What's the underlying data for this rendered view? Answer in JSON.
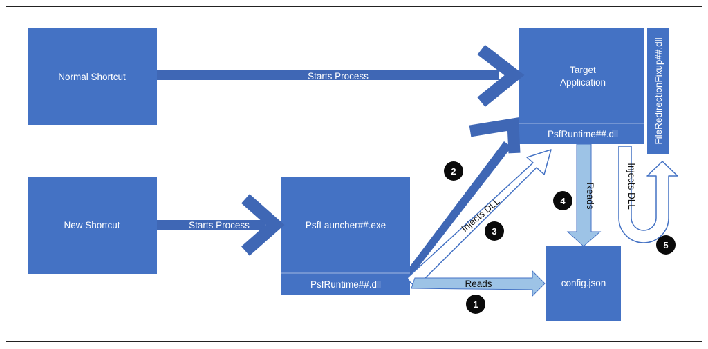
{
  "colors": {
    "box": "#4472C4",
    "box_divider": "#8FAADC",
    "arrow_dark": "#3F67B5",
    "arrow_light": "#9DC3E6",
    "arrow_outline": "#4472C4",
    "badge": "#0A0A0A"
  },
  "boxes": {
    "normal_shortcut": "Normal Shortcut",
    "new_shortcut": "New Shortcut",
    "launcher": "PsfLauncher##.exe",
    "launcher_runtime": "PsfRuntime##.dll",
    "target_line1": "Target",
    "target_line2": "Application",
    "target_runtime": "PsfRuntime##.dll",
    "fixup": "FileRedirectionFixup##.dll",
    "config": "config.json"
  },
  "arrows": {
    "normal_starts": "Starts Process",
    "new_starts": "Starts Process",
    "launcher_starts": "Starts Process",
    "injects_target": "Injects DLL",
    "reads_config": "Reads",
    "target_reads": "Reads",
    "injects_fixup": "Injects DLL"
  },
  "badges": [
    "1",
    "2",
    "3",
    "4",
    "5"
  ]
}
